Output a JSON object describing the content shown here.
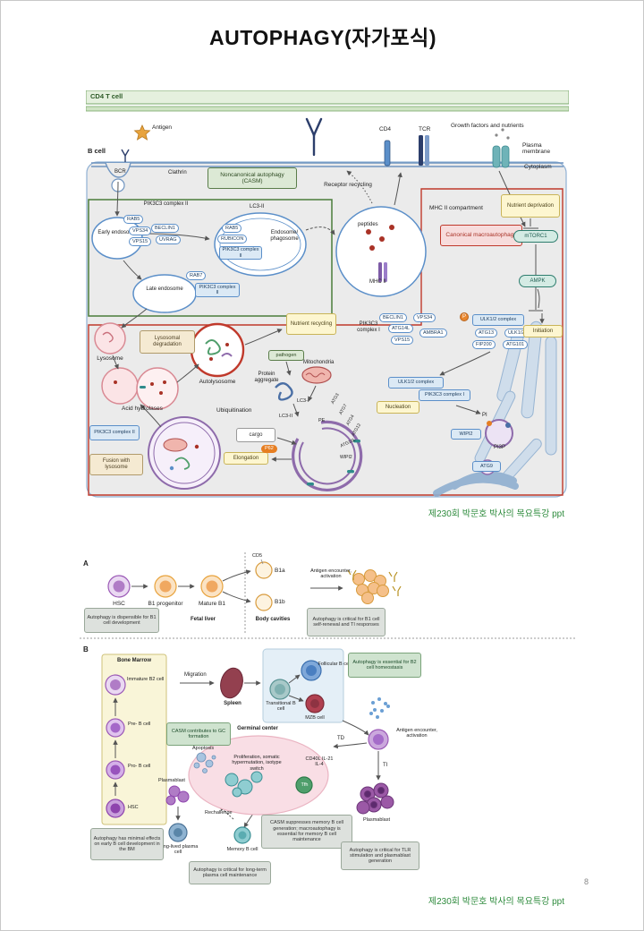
{
  "page": {
    "title": "AUTOPHAGY(자가포식)",
    "caption1": "제230회 박문호 박사의 목요특강 ppt",
    "caption2": "제230회 박문호 박사의 목요특강 ppt",
    "page_number": "8"
  },
  "d1": {
    "cd4_t_cell": "CD4 T cell",
    "b_cell": "B cell",
    "antigen": "Antigen",
    "bcr": "BCR",
    "clathrin": "Clathrin",
    "casm_title": "Noncanonical autophagy (CASM)",
    "receptor_recycling": "Receptor recycling",
    "cd4": "CD4",
    "tcr": "TCR",
    "growth_factors": "Growth factors and nutrients",
    "plasma_membrane": "Plasma membrane",
    "cytoplasm": "Cytoplasm",
    "pik3c3_ii_a": "PIK3C3 complex II",
    "early_endosome": "Early endosome",
    "rab5_a": "RAB5",
    "vps34_a": "VPS34",
    "beclin1_a": "BECLIN1",
    "vps15_a": "VPS15",
    "uvrag": "UVRAG",
    "lc3ii_a": "LC3-II",
    "rab5_b": "RAB5",
    "rubicon": "RUBICON",
    "pik3c3_ii_b": "PIK3C3 complex II",
    "endosome_phagosome": "Endosome/ phagosome",
    "late_endosome": "Late endosome",
    "rab7": "RAB7",
    "pik3c3_ii_c": "PIK3C3 complex II",
    "mhcii_compartment": "MHC II compartment",
    "peptides": "peptides",
    "mhcii": "MHC II",
    "canonical": "Canonical macroautophagy",
    "nutrient_deprivation": "Nutrient deprivation",
    "mtorc1": "mTORC1",
    "ampk": "AMPK",
    "lysosome": "Lysosome",
    "lysosomal_degradation": "Lysosomal degradation",
    "autolysosome": "Autolysosome",
    "nutrient_recycling": "Nutrient recycling",
    "acid_hydrolases": "Acid hydrolases",
    "pik3c3_ii_d": "PIK3C3 complex II",
    "fusion": "Fusion with lysosome",
    "elongation": "Elongation",
    "ubiquitination": "Ubiquitination",
    "cargo": "cargo",
    "p62": "P62",
    "protein_aggregate": "Protein aggregate",
    "mitochondria": "Mitochondria",
    "pathogen": "pathogen",
    "lc3i": "LC3-I",
    "lc3ii_b": "LC3-II",
    "pe": "PE",
    "atg3": "ATG3",
    "atg7": "ATG7",
    "atg4": "ATG4",
    "atg12": "ATG12",
    "atg16l": "ATG16L",
    "wipi2_a": "WIPI2",
    "beclin1_b": "BECLIN1",
    "vps34_b": "VPS34",
    "atg14l": "ATG14L",
    "ambra1": "AMBRA1",
    "vps15_b": "VPS15",
    "pik3c3_i_a": "PIK3C3 complex I",
    "p_phos": "P",
    "ulk12_complex_a": "ULK1/2 complex",
    "atg13": "ATG13",
    "ulk12": "ULK1/2",
    "fip200": "FIP200",
    "atg101": "ATG101",
    "initiation": "Initiation",
    "ulk12_complex_b": "ULK1/2 complex",
    "pik3c3_i_b": "PIK3C3 complex I",
    "nucleation": "Nucleation",
    "pi": "PI",
    "wipi2_b": "WIPI2",
    "pi3p": "PI3P",
    "atg9": "ATG9"
  },
  "d2": {
    "a_label": "A",
    "b_label": "B",
    "hsc_a": "HSC",
    "b1_progenitor": "B1 progenitor",
    "mature_b1": "Mature B1",
    "cd5": "CD5",
    "b1a": "B1a",
    "b1b": "B1b",
    "fetal_liver": "Fetal liver",
    "body_cavities": "Body cavities",
    "note_a1": "Autophagy is dispensible for B1 cell development",
    "antigen_encounter_a": "Antigen encounter, activation",
    "note_a2": "Autophagy is critical for B1 cell self-renewal and TI responses",
    "bone_marrow": "Bone Marrow",
    "immature_b2": "Immature B2 cell",
    "pre_b": "Pre- B cell",
    "pro_b": "Pro- B cell",
    "hsc_b": "HSC",
    "migration": "Migration",
    "spleen": "Spleen",
    "transitional_b": "Transitional B cell",
    "follicular_b": "Follicular B cell",
    "mzb": "MZB cell",
    "note_b1": "Autophagy is essential for B2 cell homeostasis",
    "casm_gc": "CASM contributes to GC formation",
    "germinal_center": "Germinal center",
    "apoptosis": "Apoptosis",
    "proliferation": "Proliferation, somatic hypermutation, isotype switch",
    "cd40l": "CD40L IL-21 IL-4",
    "tfh": "Tfh",
    "td": "TD",
    "ti": "TI",
    "antigen_encounter_b": "Antigen encounter, activation",
    "plasmablast_a": "Plasmablast",
    "rechallenge": "Rechallenge",
    "long_lived": "Long-lived plasma cell",
    "memory_b": "Memory B cell",
    "note_b2": "Autophagy has minimal effects on early B cell development in the BM",
    "note_b3": "CASM suppresses memory B cell generation; macroautophagy is essential for memory B cell maintenance",
    "note_b4": "Autophagy is critical for long-term plasma cell maintenance",
    "plasmablast_b": "Plasmablast",
    "note_b5": "Autophagy is critical for TLR stimulation and plasmablast generation"
  }
}
